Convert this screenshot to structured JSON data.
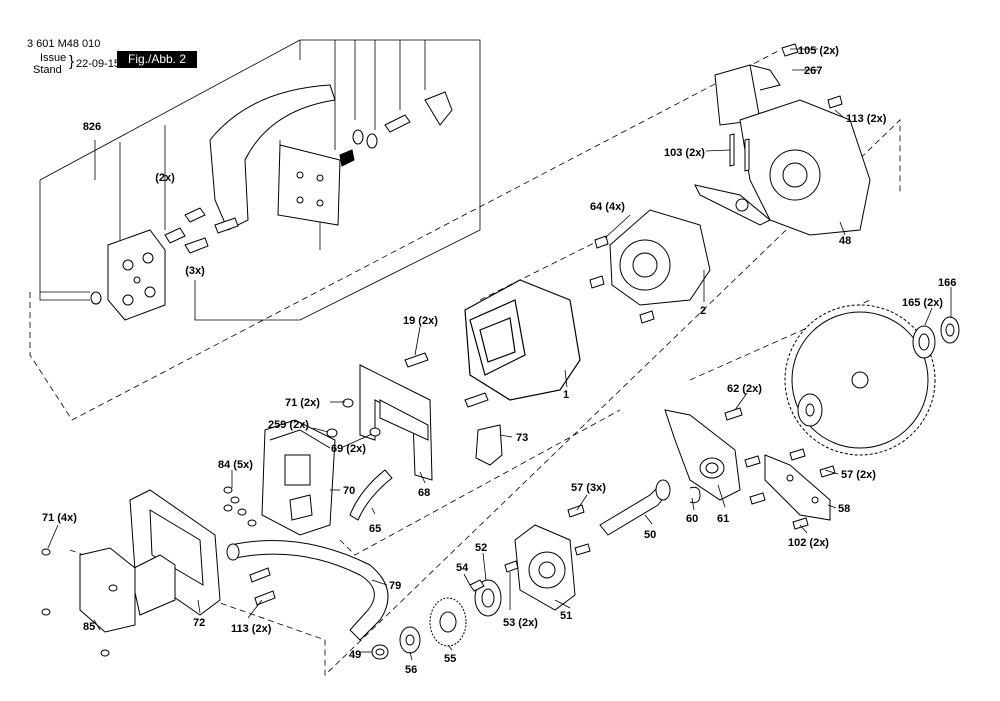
{
  "header": {
    "doc_number": "3 601 M48 010",
    "issue_label": "Issue",
    "stand_label": "Stand",
    "date": "22-09-15",
    "figure": "Fig./Abb. 2"
  },
  "callouts": {
    "c826": "826",
    "c2x_a": "(2x)",
    "c3x_a": "(3x)",
    "c105": "105 (2x)",
    "c267": "267",
    "c113a": "113 (2x)",
    "c103": "103 (2x)",
    "c64": "64 (4x)",
    "c48": "48",
    "c2": "2",
    "c166": "166",
    "c165": "165 (2x)",
    "c19": "19 (2x)",
    "c1": "1",
    "c71a": "71 (2x)",
    "c259": "259 (2x)",
    "c69": "69 (2x)",
    "c73": "73",
    "c62": "62 (2x)",
    "c84": "84 (5x)",
    "c70": "70",
    "c68": "68",
    "c65": "65",
    "c57a": "57 (3x)",
    "c57b": "57 (2x)",
    "c60": "60",
    "c61": "61",
    "c58": "58",
    "c50": "50",
    "c102": "102 (2x)",
    "c71b": "71 (4x)",
    "c52": "52",
    "c54": "54",
    "c53": "53 (2x)",
    "c51": "51",
    "c79": "79",
    "c85": "85",
    "c72": "72",
    "c113b": "113 (2x)",
    "c49": "49",
    "c56": "56",
    "c55": "55"
  }
}
